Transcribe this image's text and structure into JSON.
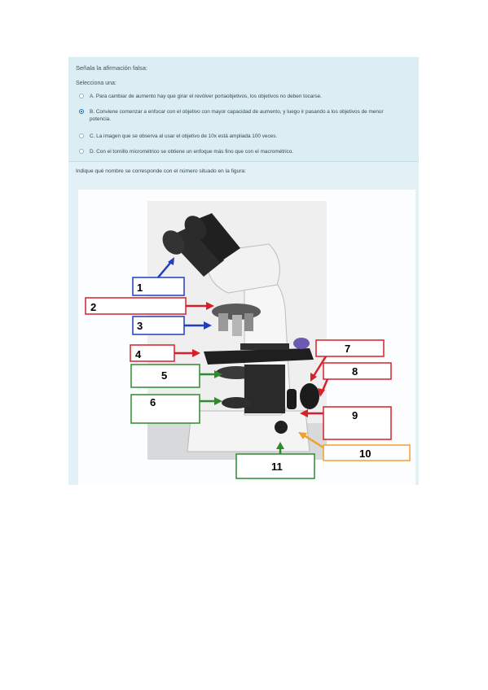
{
  "question1": {
    "prompt": "Señala la afirmación falsa:",
    "select_label": "Selecciona una:",
    "options": [
      {
        "text": "A. Para cambiar de aumento hay que girar el revólver portaobjetivos, los objetivos no deben tocarse.",
        "selected": false
      },
      {
        "text": "B. Conviene comenzar a enfocar con el objetivo con mayor capacidad de aumento, y luego ir pasando a los objetivos de menor potencia.",
        "selected": true
      },
      {
        "text": "C. La imagen que se observa al usar el objetivo de 10x está ampliada 100 veces.",
        "selected": false
      },
      {
        "text": "D. Con el tornillo micrométrico se obtiene un enfoque más fino que con el macrométrico.",
        "selected": false
      }
    ]
  },
  "question2": {
    "prompt": "Indique qué nombre se corresponde con el número situado en la figura:",
    "labels": [
      "1",
      "2",
      "3",
      "4",
      "5",
      "6",
      "7",
      "8",
      "9",
      "10",
      "11"
    ]
  },
  "colors": {
    "blue": "#1f3fbf",
    "red": "#d8202a",
    "green": "#2e8b2e",
    "orange": "#f0a030"
  }
}
